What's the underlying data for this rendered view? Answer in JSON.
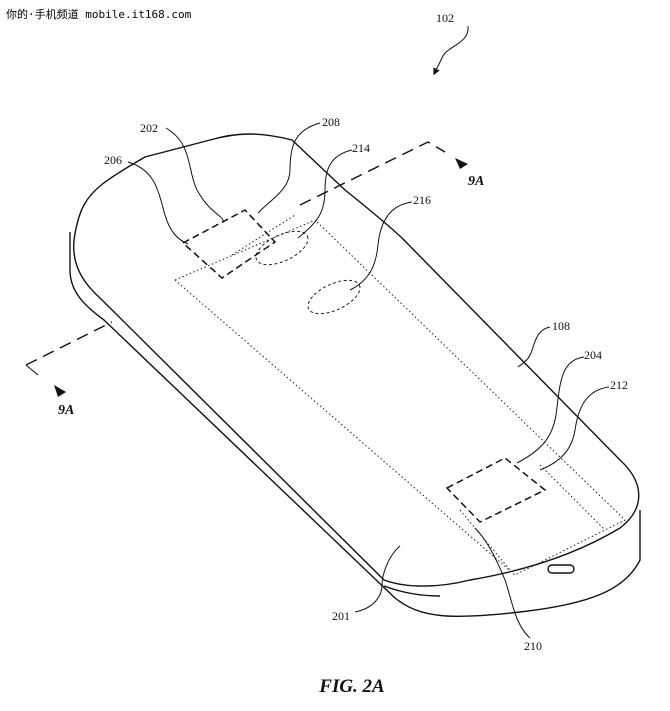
{
  "watermark": "你的·手机频道 mobile.it168.com",
  "figure": {
    "caption": "FIG. 2A",
    "section_marker": "9A",
    "labels": {
      "device": "102",
      "housing": "108",
      "surface": "201",
      "comp_202": "202",
      "comp_204": "204",
      "comp_206": "206",
      "comp_208": "208",
      "comp_210": "210",
      "comp_212": "212",
      "comp_214": "214",
      "comp_216": "216"
    }
  }
}
